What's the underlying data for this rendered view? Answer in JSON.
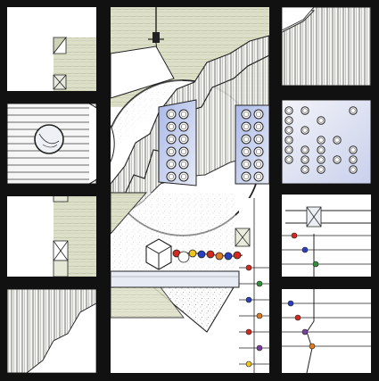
{
  "artwork": {
    "colors": {
      "lead": "#111111",
      "background": "#ffffff",
      "glass_green": "#d9ddc2",
      "glass_blue": "#9fb0e0",
      "glass_pale": "#eef0f4",
      "stipple": "#8a8a8a",
      "bead_red": "#d42a1e",
      "bead_blue": "#2a3fc0",
      "bead_yellow": "#f0c419",
      "bead_green": "#2f8f3a",
      "bead_orange": "#e07b22",
      "bead_purple": "#7a3fa0"
    },
    "motifs": [
      "circle-window",
      "striped-glass",
      "jagged-tear",
      "round-jewel-grid",
      "color-beads",
      "prism-cube",
      "crystal-jewel",
      "inverted-triangle"
    ],
    "jewel_grid_left": {
      "rows": 6,
      "cols": 2
    },
    "jewel_grid_middle": {
      "rows": 6,
      "cols": 2
    },
    "jewel_grid_right": {
      "rows": 7,
      "cols": 5
    }
  }
}
